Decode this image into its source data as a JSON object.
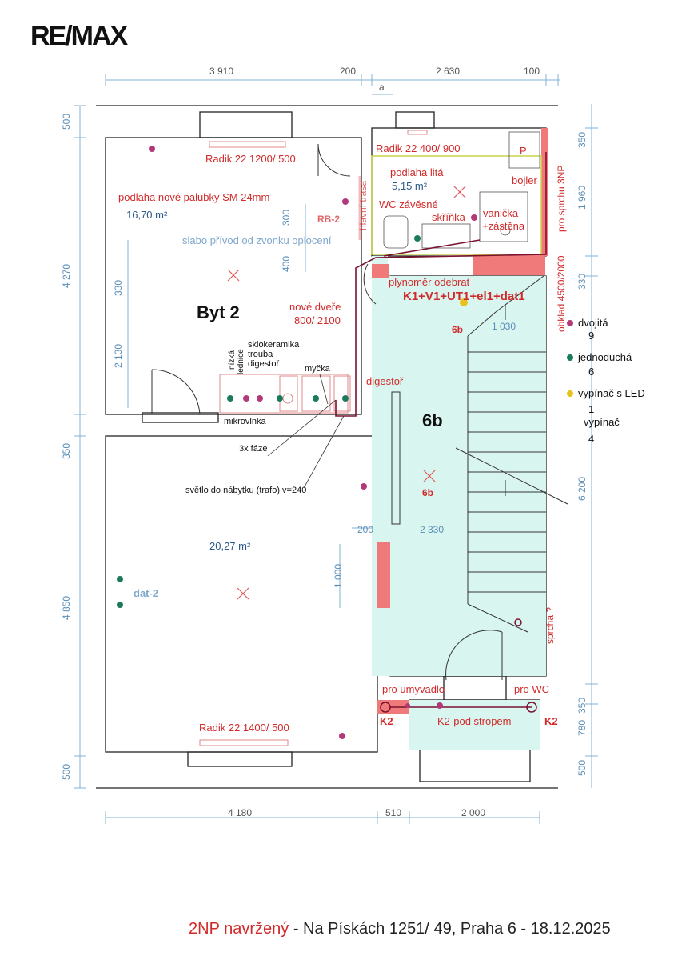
{
  "logo": "RE/MAX",
  "dims": {
    "top": [
      "3 910",
      "200",
      "2 630",
      "100",
      "a"
    ],
    "bottom": [
      "4 180",
      "510",
      "2 000"
    ],
    "left": [
      "500",
      "4 270",
      "350",
      "4 850",
      "500"
    ],
    "inner_left": [
      "330",
      "2 130"
    ],
    "right": [
      "350",
      "1 960",
      "330",
      "6 200",
      "350",
      "780",
      "500"
    ],
    "inner": [
      "300",
      "400",
      "1 030",
      "200",
      "2 330",
      "1 000"
    ]
  },
  "labels": {
    "room_main": "Byt 2",
    "room_hall": "6b",
    "floor_new": "podlaha nové palubky SM 24mm",
    "area_1": "16,70 m²",
    "area_2": "20,27 m²",
    "area_wc": "5,15 m²",
    "floor_wc": "podlaha litá",
    "radik_1": "Radik 22 1200/ 500",
    "radik_2": "Radik 22 400/ 900",
    "radik_3": "Radik 22 1400/ 500",
    "rb2": "RB-2",
    "slabo": "slabo přívod od zvonku oplocení",
    "nove_dvere": "nové dveře",
    "nove_dvere_dim": "800/ 2100",
    "sklokeramika": "sklokeramika",
    "trouba": "trouba",
    "digestor": "digestoř",
    "nizka": "nízká",
    "lednice": "lednice",
    "mycka": "myčka",
    "mikrovlnka": "mikrovlnka",
    "faze": "3x fáze",
    "svetlo": "světlo do nábytku (trafo) v=240",
    "digestor_red": "digestoř",
    "dat2": "dat-2",
    "hlavni_trasa": "hlavní trasa",
    "wc": "WC závěsné",
    "skrinka": "skříňka",
    "vanicka": "vanička",
    "zastena": "+zástěna",
    "bojler": "bojler",
    "p": "P",
    "pro_sprchu": "pro sprchu 3NP",
    "obklad": "obklad 4500/2000",
    "plynomer": "plynoměr odebrat",
    "k1": "K1+V1+UT1+el1+dat1",
    "six_b_small_1": "6b",
    "six_b_small_2": "6b",
    "sprcha": "sprcha ?",
    "pro_umyvadlo": "pro umyvadlo",
    "pro_wc": "pro WC",
    "k2_left": "K2",
    "k2_right": "K2",
    "k2_pod": "K2-pod stropem"
  },
  "legend": [
    {
      "label": "dvojitá",
      "count": "9",
      "color": "#b33a7a"
    },
    {
      "label": "jednoduchá",
      "count": "6",
      "color": "#1a7a5a"
    },
    {
      "label": "vypínač s LED",
      "count": "1",
      "color": "#e6c21a"
    },
    {
      "label": "vypínač",
      "count": "4",
      "color": ""
    }
  ],
  "footer": {
    "title": "2NP navržený",
    "rest": " - Na Pískách 1251/ 49, Praha 6 - 18.12.2025"
  },
  "colors": {
    "hall_fill": "#d9f5f0",
    "wall_red": "#f07a7a",
    "accent_red": "#d22a2a",
    "dim_blue": "#5a8fb8"
  }
}
